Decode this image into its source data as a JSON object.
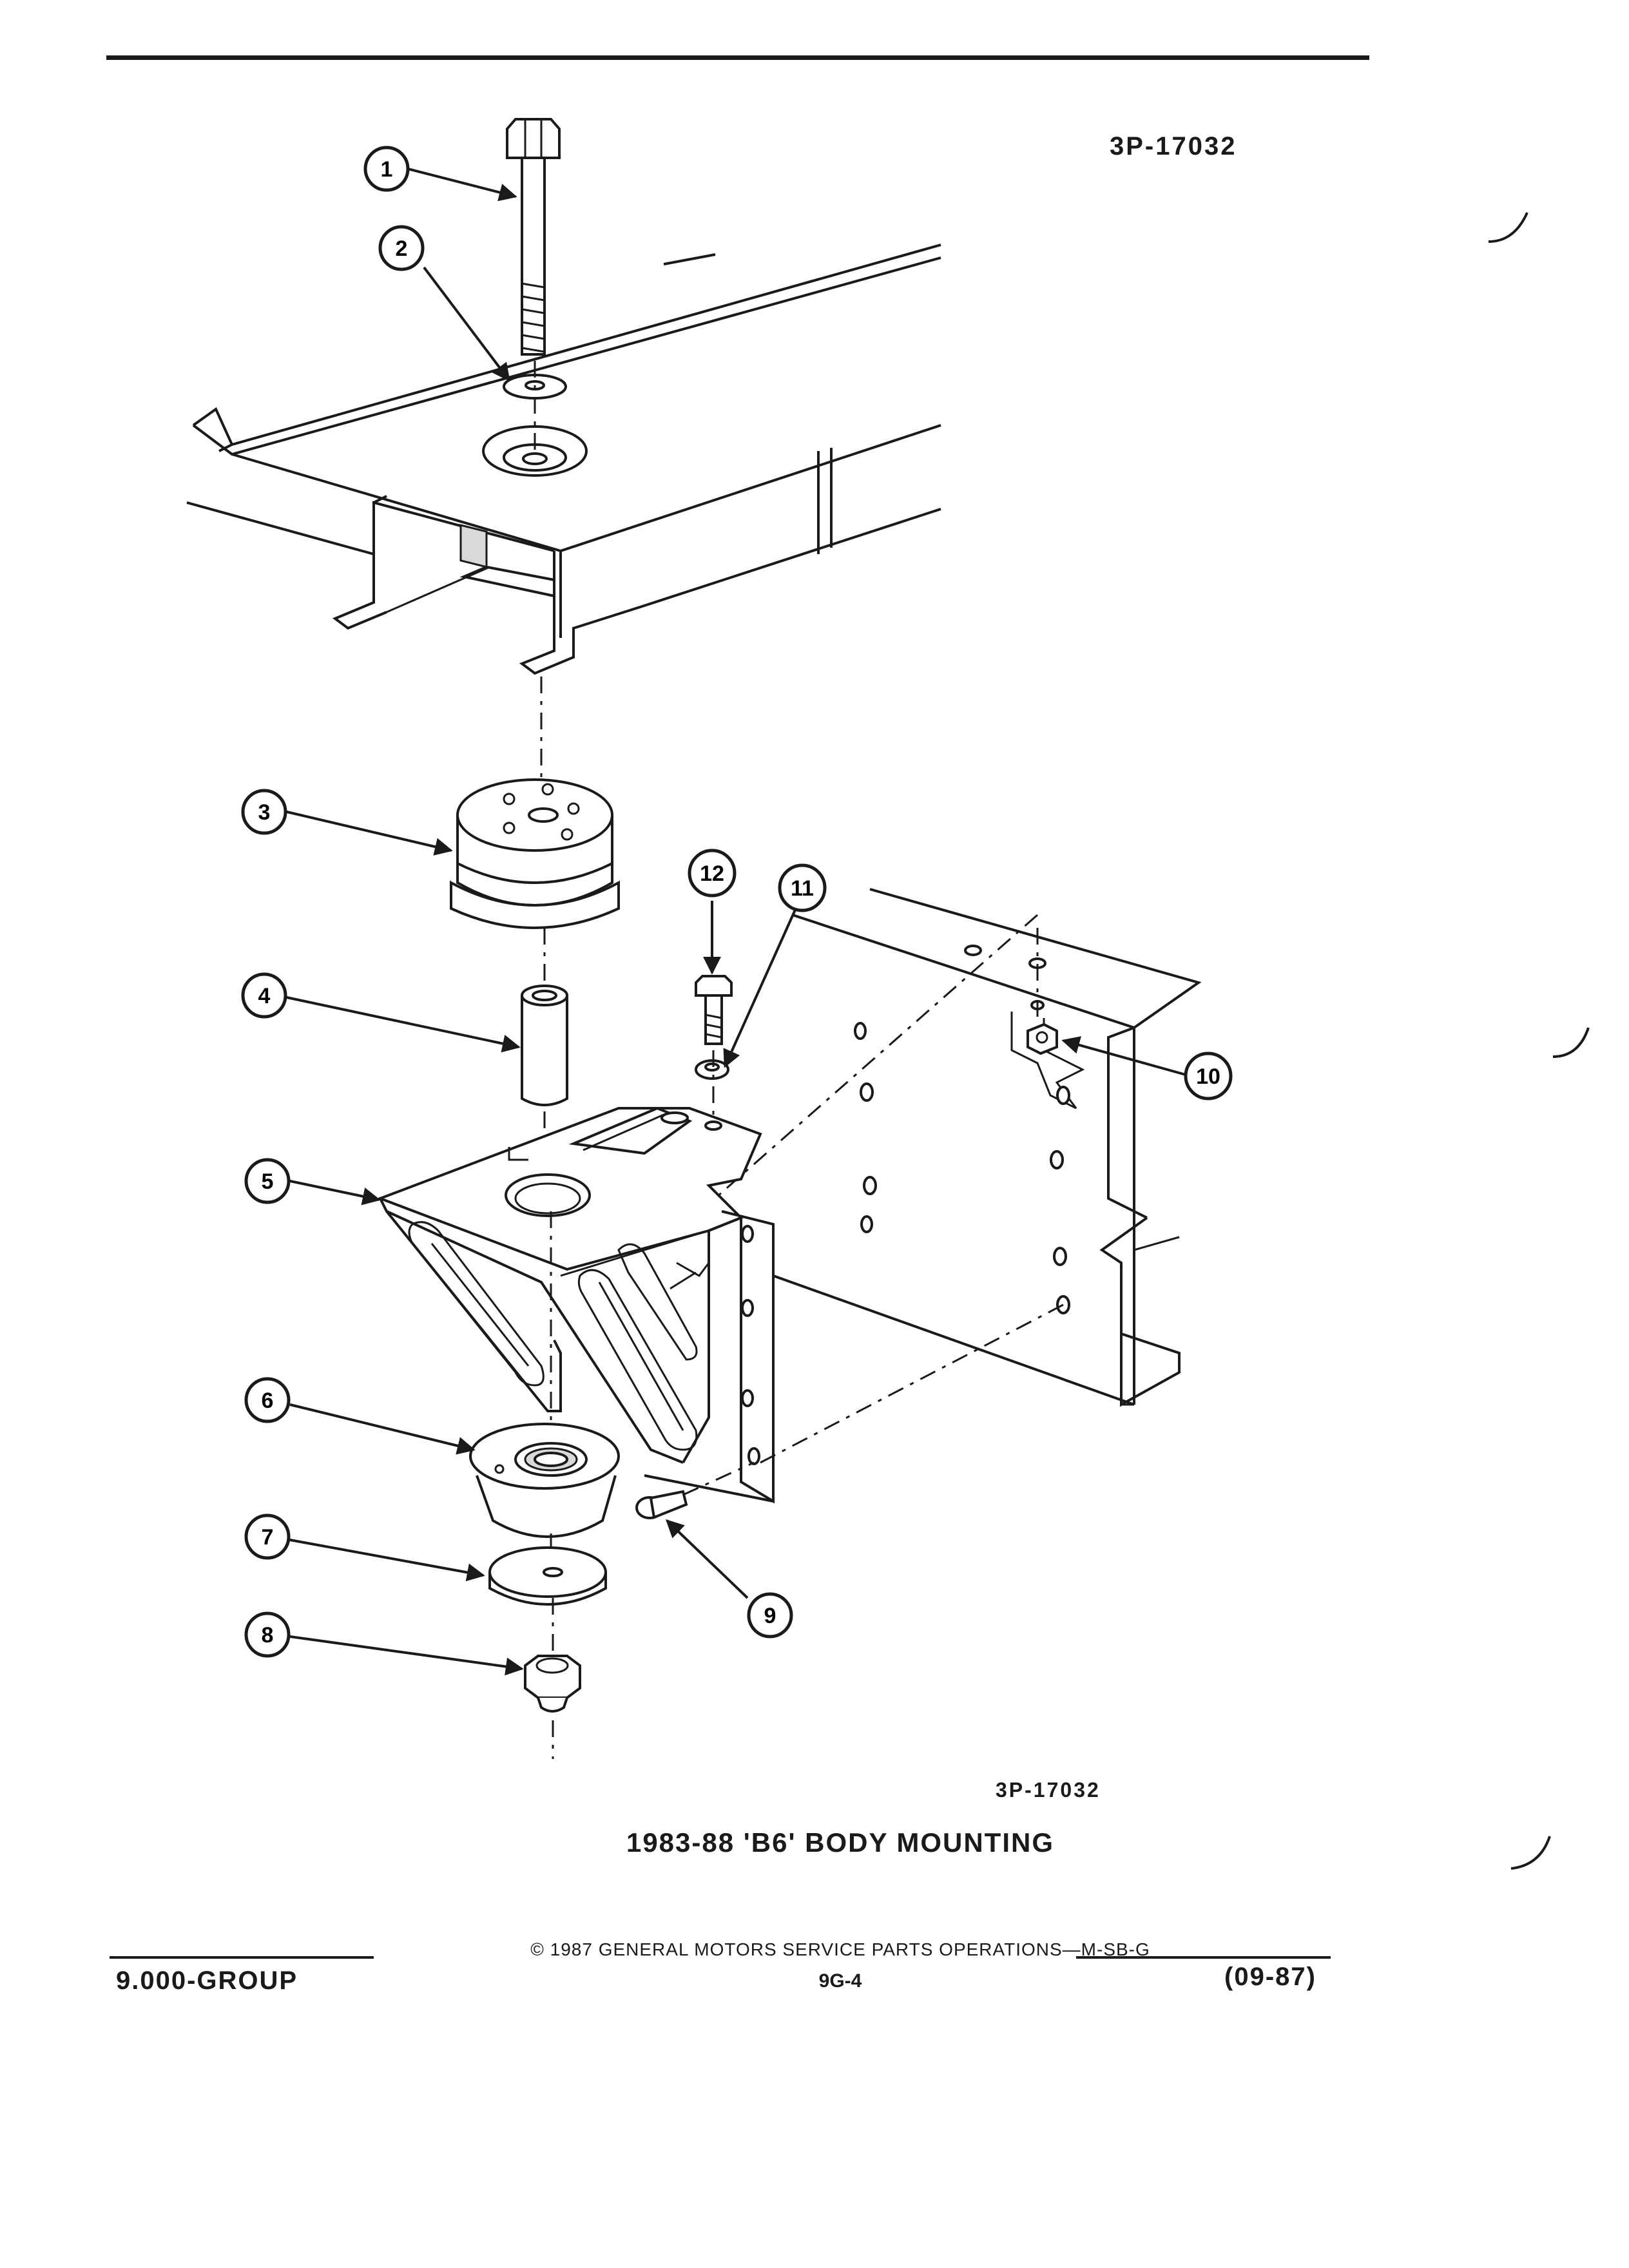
{
  "figure_code_top": "3P-17032",
  "figure_code_bottom": "3P-17032",
  "caption": "1983-88 'B6' BODY MOUNTING",
  "callouts": [
    "1",
    "2",
    "3",
    "4",
    "5",
    "6",
    "7",
    "8",
    "9",
    "10",
    "11",
    "12"
  ],
  "footer": {
    "copyright": "© 1987 GENERAL MOTORS SERVICE PARTS OPERATIONS—M-SB-G",
    "group": "9.000-GROUP",
    "page": "9G-4",
    "date": "(09-87)"
  }
}
